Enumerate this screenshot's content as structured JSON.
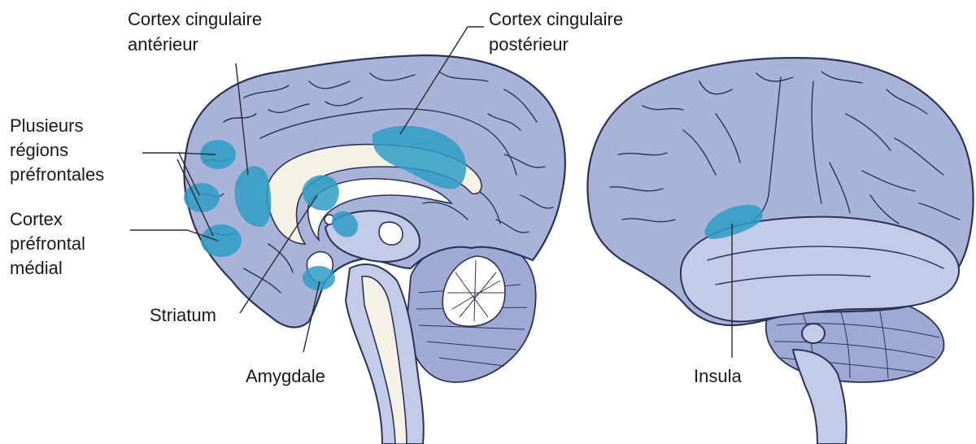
{
  "labels": {
    "acc_line1": "Cortex cingulaire",
    "acc_line2": "antérieur",
    "pcc_line1": "Cortex cingulaire",
    "pcc_line2": "postérieur",
    "pfc_line1": "Plusieurs",
    "pfc_line2": "régions",
    "pfc_line3": "préfrontales",
    "mpfc_line1": "Cortex",
    "mpfc_line2": "préfrontal",
    "mpfc_line3": "médial",
    "striatum": "Striatum",
    "amygdala": "Amygdale",
    "insula": "Insula"
  },
  "colors": {
    "brain": "#a9b3d9",
    "outline": "#2a3358",
    "highlight": "#2f9cc4",
    "inner": "#f6f1e6"
  }
}
